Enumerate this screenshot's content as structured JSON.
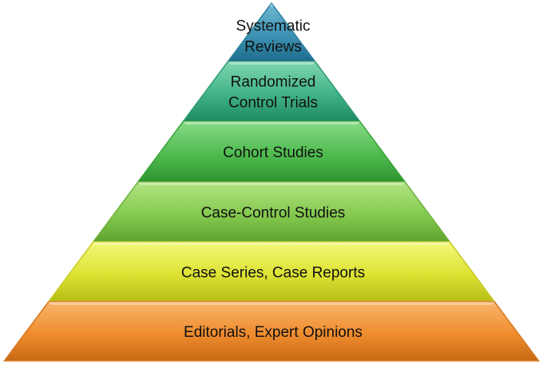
{
  "pyramid": {
    "tiers": [
      {
        "lines": [
          "Systematic",
          "Reviews"
        ],
        "colors": {
          "light": "#6fb9d4",
          "main": "#3f93b4",
          "dark": "#1e6c8c",
          "edge": "#2c7f9f"
        }
      },
      {
        "lines": [
          "Randomized",
          "Control Trials"
        ],
        "colors": {
          "light": "#7fd6b0",
          "main": "#41b386",
          "dark": "#1f8a62",
          "edge": "#2e9b71"
        }
      },
      {
        "lines": [
          "Cohort Studies"
        ],
        "colors": {
          "light": "#86db86",
          "main": "#4fbb4f",
          "dark": "#2e932e",
          "edge": "#3aa33a"
        }
      },
      {
        "lines": [
          "Case-Control Studies"
        ],
        "colors": {
          "light": "#b2e483",
          "main": "#84c94f",
          "dark": "#5fa32f",
          "edge": "#6fb23a"
        }
      },
      {
        "lines": [
          "Case Series, Case Reports"
        ],
        "colors": {
          "light": "#f1f779",
          "main": "#dde332",
          "dark": "#b6bb17",
          "edge": "#c6cb22"
        }
      },
      {
        "lines": [
          "Editorials, Expert Opinions"
        ],
        "colors": {
          "light": "#f8b56b",
          "main": "#ef8c2e",
          "dark": "#c86914",
          "edge": "#d7771f"
        }
      }
    ]
  }
}
